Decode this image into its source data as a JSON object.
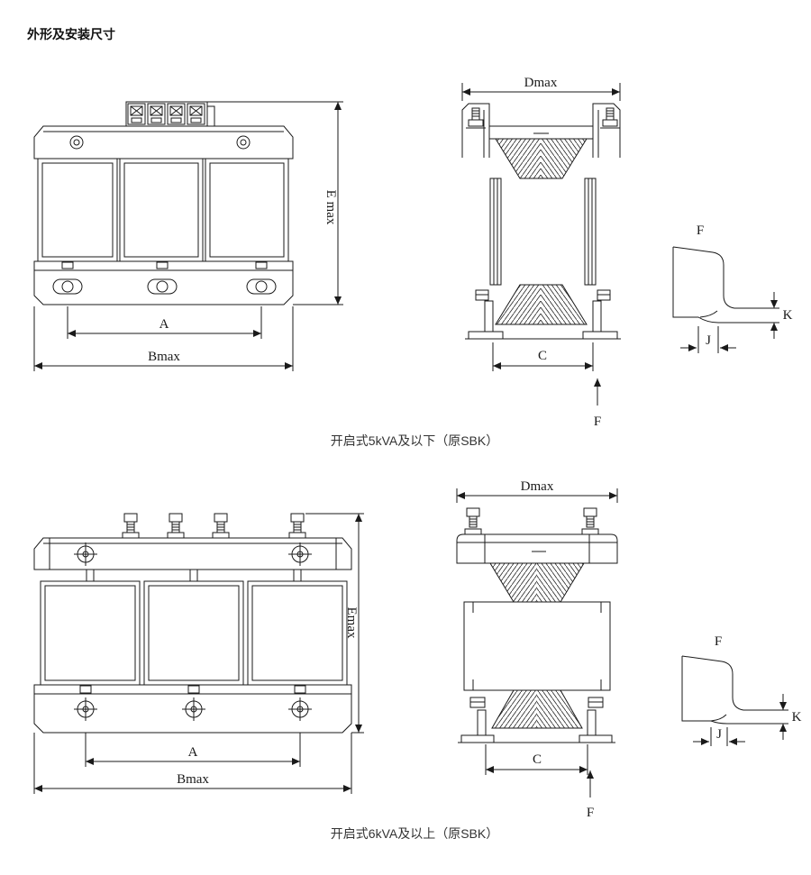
{
  "page": {
    "title": "外形及安装尺寸"
  },
  "figure_small": {
    "caption": "开启式5kVA及以下（原SBK）",
    "front_view": {
      "dim_A": "A",
      "dim_Bmax": "Bmax",
      "dim_Emax": "E max"
    },
    "side_view": {
      "dim_Dmax": "Dmax",
      "dim_C": "C",
      "dim_F": "F"
    },
    "detail_view": {
      "label_F": "F",
      "dim_K": "K",
      "dim_J": "J"
    }
  },
  "figure_large": {
    "caption": "开启式6kVA及以上（原SBK）",
    "front_view": {
      "dim_A": "A",
      "dim_Bmax": "Bmax",
      "dim_Emax": "Emax"
    },
    "side_view": {
      "dim_Dmax": "Dmax",
      "dim_C": "C",
      "dim_F": "F"
    },
    "detail_view": {
      "label_F": "F",
      "dim_K": "K",
      "dim_J": "J"
    }
  }
}
